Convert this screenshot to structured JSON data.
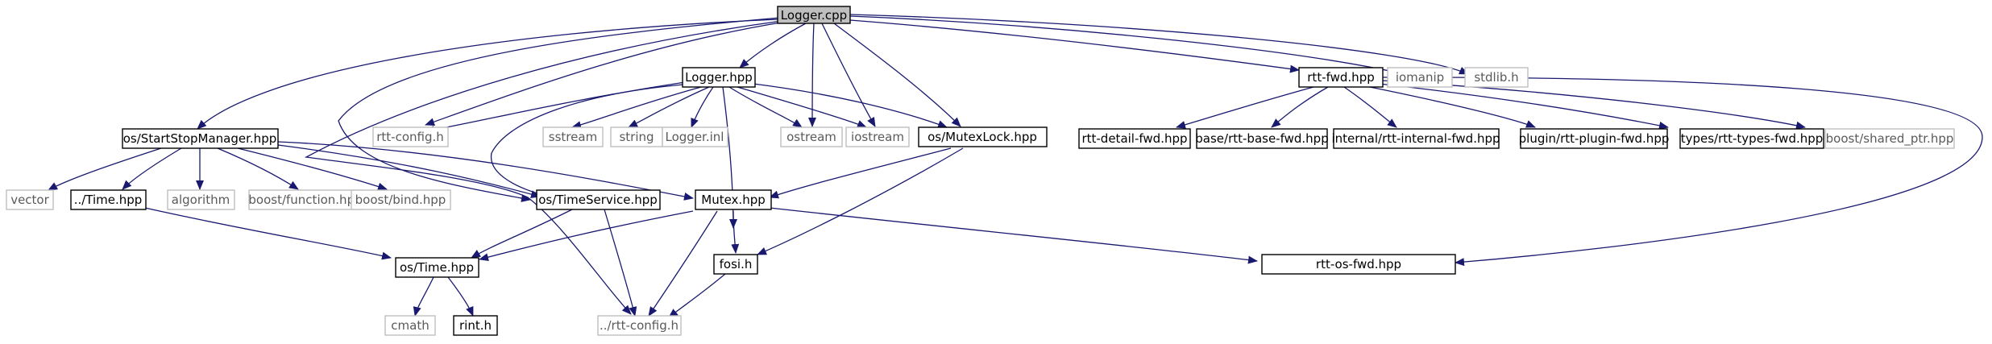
{
  "colors": {
    "edge": "#191970",
    "box_solid": "#000000",
    "box_grey": "#bfbfbf",
    "root_fill": "#bfbfbf",
    "label": "#000000",
    "muted_label": "#5a5a5a"
  },
  "nodes": {
    "logger_cpp": "Logger.cpp",
    "logger_hpp": "Logger.hpp",
    "rtt_fwd": "rtt-fwd.hpp",
    "iomanip": "iomanip",
    "stdlib": "stdlib.h",
    "startstop": "os/StartStopManager.hpp",
    "rtt_config_h": "rtt-config.h",
    "sstream": "sstream",
    "string": "string",
    "logger_inl": "Logger.inl",
    "ostream": "ostream",
    "iostream": "iostream",
    "mutexlock": "os/MutexLock.hpp",
    "detail_fwd": "rtt-detail-fwd.hpp",
    "base_fwd": "base/rtt-base-fwd.hpp",
    "internal_fwd": "internal/rtt-internal-fwd.hpp",
    "plugin_fwd": "plugin/rtt-plugin-fwd.hpp",
    "types_fwd": "types/rtt-types-fwd.hpp",
    "shared_ptr": "boost/shared_ptr.hpp",
    "vector": "vector",
    "time_rel": "../Time.hpp",
    "algorithm": "algorithm",
    "function": "boost/function.hpp",
    "bind": "boost/bind.hpp",
    "timeservice": "os/TimeService.hpp",
    "mutex": "Mutex.hpp",
    "os_fwd": "rtt-os-fwd.hpp",
    "os_time": "os/Time.hpp",
    "fosi": "fosi.h",
    "cmath": "cmath",
    "rint": "rint.h",
    "rtt_config_rel": "../rtt-config.h"
  }
}
